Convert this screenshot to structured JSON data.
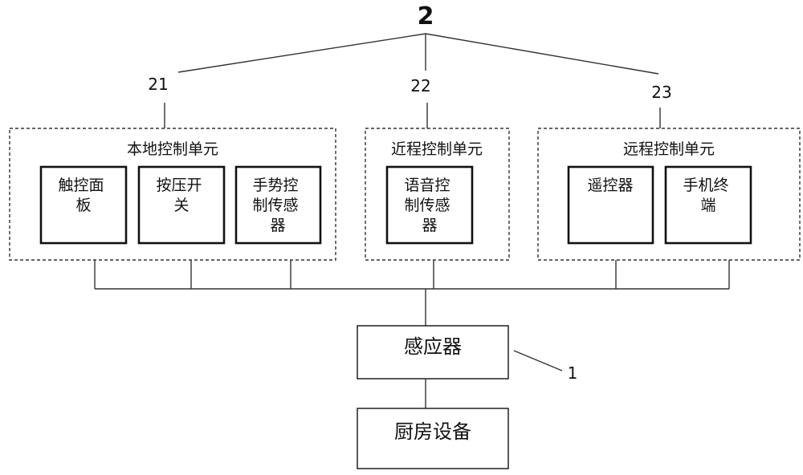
{
  "refs": {
    "system": "2",
    "local": "21",
    "near": "22",
    "remote": "23",
    "sensor": "1"
  },
  "groups": {
    "local": "本地控制单元",
    "near": "近程控制单元",
    "remote": "远程控制单元"
  },
  "devices": {
    "touch_panel": [
      "触控面",
      "板"
    ],
    "press_switch": [
      "按压开",
      "关"
    ],
    "gesture_sensor": [
      "手势控",
      "制传感",
      "器"
    ],
    "voice_sensor": [
      "语音控",
      "制传感",
      "器"
    ],
    "remote_controller": [
      "遥控器"
    ],
    "mobile_terminal": [
      "手机终",
      "端"
    ]
  },
  "sensor": "感应器",
  "kitchen": "厨房设备"
}
